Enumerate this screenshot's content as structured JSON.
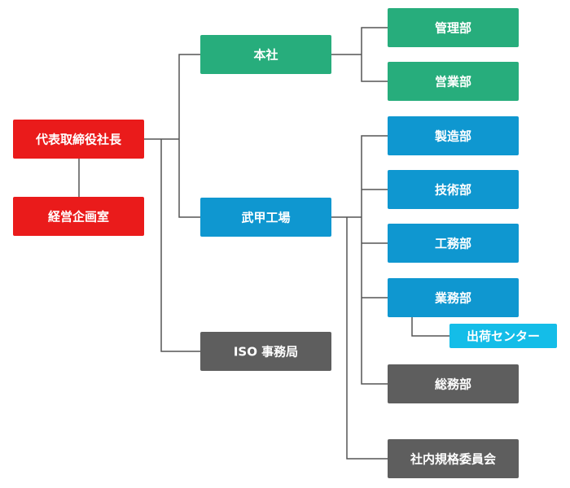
{
  "colors": {
    "executive": "#ea1b1b",
    "headquarters": "#27ad7c",
    "factory": "#0f97d0",
    "center": "#14bde8",
    "office": "#5e5e5e",
    "line": "#555555"
  },
  "nodes": {
    "ceo": {
      "label": "代表取締役社長",
      "color": "#ea1b1b"
    },
    "planning": {
      "label": "経営企画室",
      "color": "#ea1b1b"
    },
    "honsha": {
      "label": "本社",
      "color": "#27ad7c"
    },
    "takeda": {
      "label": "武甲工場",
      "color": "#0f97d0"
    },
    "iso": {
      "label": "ISO 事務局",
      "color": "#5e5e5e"
    },
    "kanri": {
      "label": "管理部",
      "color": "#27ad7c"
    },
    "eigyo": {
      "label": "営業部",
      "color": "#27ad7c"
    },
    "seizo": {
      "label": "製造部",
      "color": "#0f97d0"
    },
    "gijutsu": {
      "label": "技術部",
      "color": "#0f97d0"
    },
    "koumu": {
      "label": "工務部",
      "color": "#0f97d0"
    },
    "gyoumu": {
      "label": "業務部",
      "color": "#0f97d0"
    },
    "shukka": {
      "label": "出荷センター",
      "color": "#14bde8"
    },
    "soumu": {
      "label": "総務部",
      "color": "#5e5e5e"
    },
    "kikaku": {
      "label": "社内規格委員会",
      "color": "#5e5e5e"
    }
  }
}
